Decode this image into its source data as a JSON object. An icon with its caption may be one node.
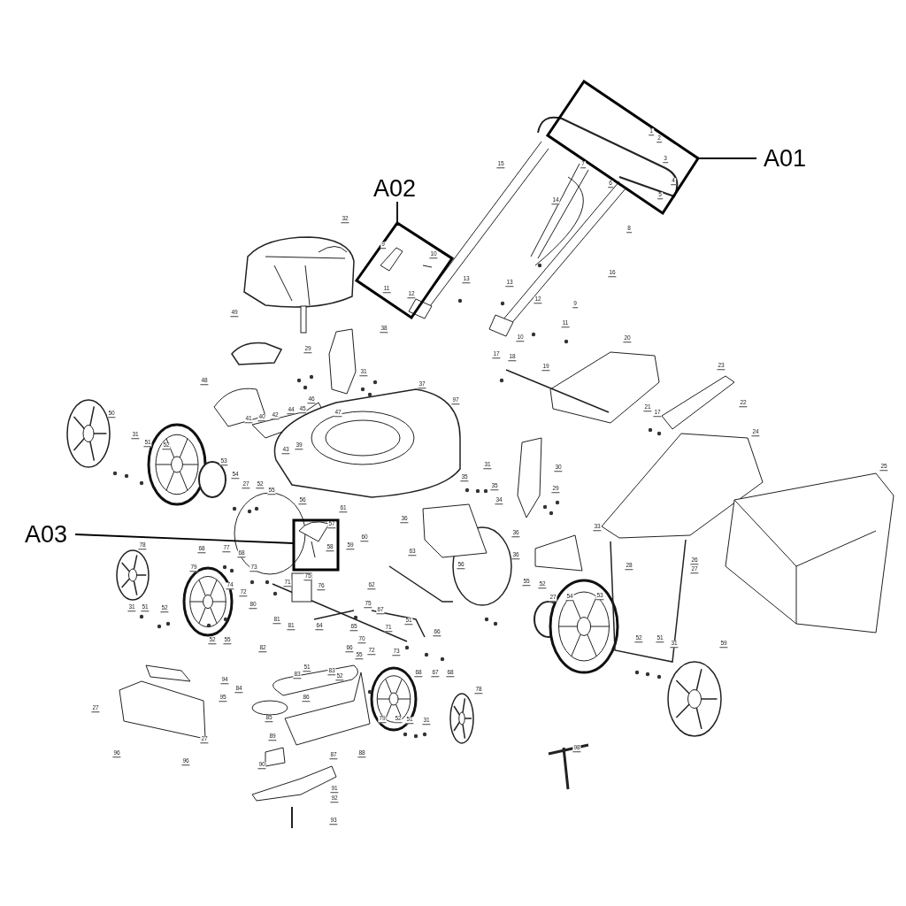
{
  "diagram": {
    "nodes": [
      {
        "text": [
          "A01"
        ]
      },
      {
        "text": [],
        "shape": "box"
      },
      {
        "text": [
          "A02"
        ]
      },
      {
        "text": [],
        "shape": "box"
      },
      {
        "text": [
          "A03"
        ]
      },
      {
        "text": [],
        "shape": "box"
      }
    ],
    "edges": [
      {
        "from": 0,
        "to": 1,
        "arrow": "none"
      },
      {
        "from": 2,
        "to": 3,
        "arrow": "none"
      },
      {
        "from": 4,
        "to": 5,
        "arrow": "none"
      }
    ],
    "labels": [
      "1",
      "2",
      "3",
      "7",
      "15",
      "6",
      "4",
      "5",
      "14",
      "32",
      "8",
      "9",
      "10",
      "16",
      "13",
      "13",
      "11",
      "12",
      "12",
      "9",
      "49",
      "11",
      "38",
      "10",
      "20",
      "29",
      "17",
      "18",
      "23",
      "19",
      "31",
      "48",
      "37",
      "97",
      "46",
      "22",
      "21",
      "44",
      "45",
      "47",
      "17",
      "50",
      "42",
      "40",
      "41",
      "24",
      "31",
      "51",
      "52",
      "39",
      "43",
      "53",
      "31",
      "25",
      "30",
      "54",
      "35",
      "27",
      "52",
      "35",
      "29",
      "55",
      "56",
      "34",
      "61",
      "36",
      "57",
      "33",
      "36",
      "60",
      "78",
      "59",
      "58",
      "68",
      "77",
      "63",
      "68",
      "36",
      "26",
      "56",
      "28",
      "79",
      "73",
      "27",
      "75",
      "55",
      "71",
      "52",
      "62",
      "74",
      "76",
      "72",
      "54",
      "27",
      "53",
      "75",
      "80",
      "31",
      "51",
      "52",
      "67",
      "81",
      "51",
      "81",
      "64",
      "65",
      "71",
      "66",
      "52",
      "51",
      "70",
      "52",
      "55",
      "31",
      "59",
      "82",
      "66",
      "72",
      "73",
      "55",
      "51",
      "83",
      "68",
      "67",
      "68",
      "83",
      "52",
      "94",
      "84",
      "78",
      "86",
      "95",
      "27",
      "85",
      "79",
      "52",
      "51",
      "31",
      "89",
      "27",
      "98",
      "96",
      "88",
      "87",
      "96",
      "90",
      "91",
      "92",
      "93"
    ]
  }
}
